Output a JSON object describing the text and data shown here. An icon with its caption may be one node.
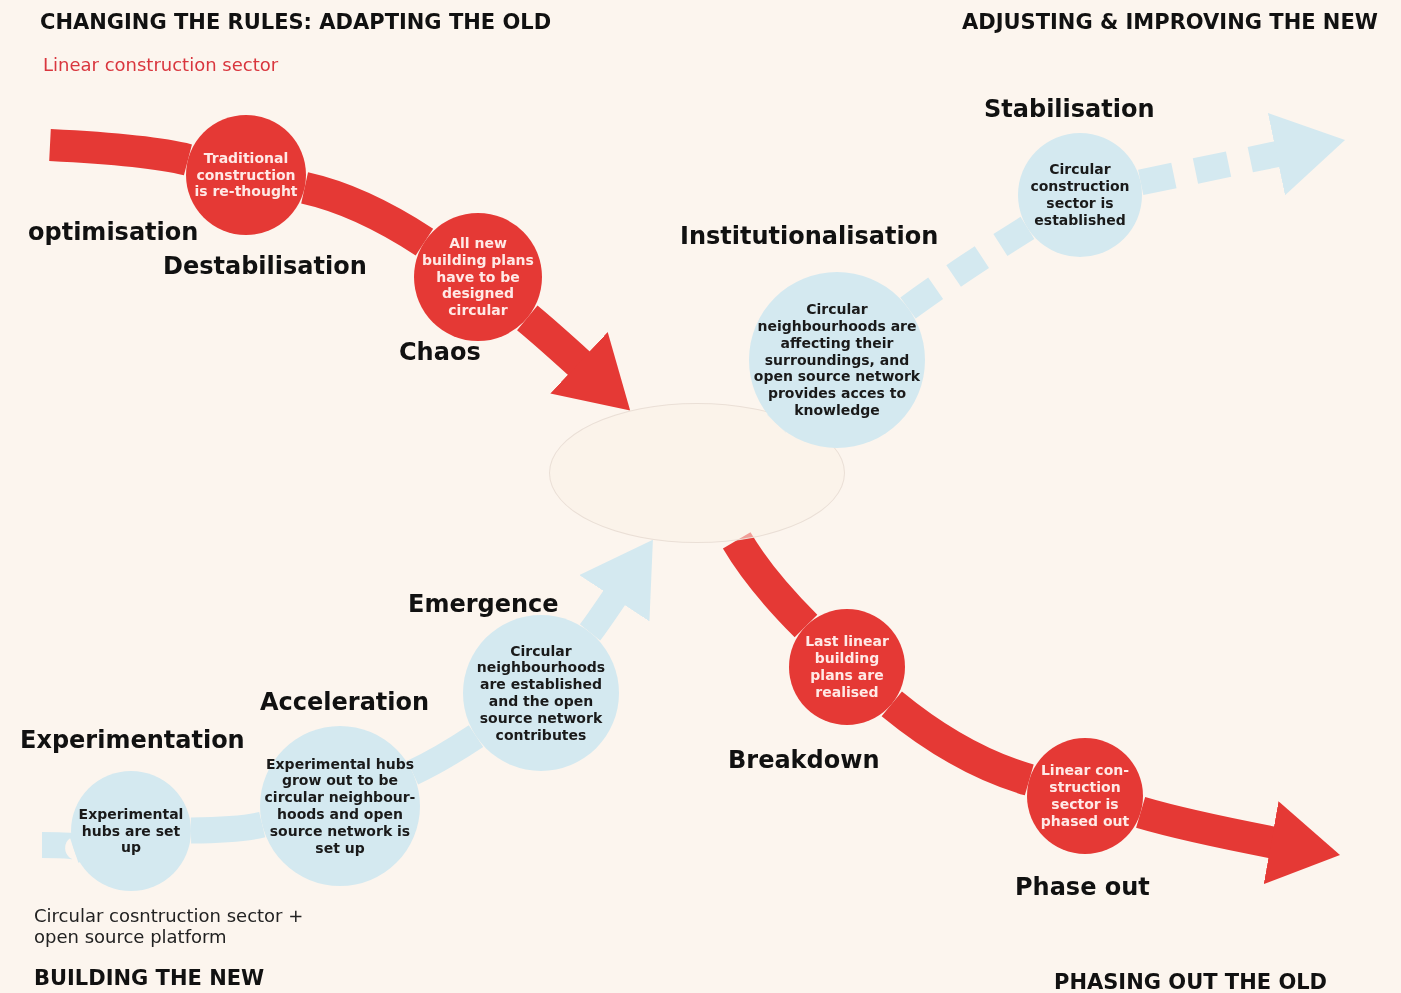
{
  "diagram": {
    "nodes": [
      {
        "text": [
          "Traditional construction is re-thought"
        ]
      },
      {
        "text": [
          "All new building plans have to be designed circular"
        ],
        "beside": [
          "Chaos"
        ]
      },
      {
        "text": [],
        "shape": "ellipse"
      },
      {
        "text": [
          "Last linear building plans are realised"
        ],
        "beside": [
          "Breakdown"
        ]
      },
      {
        "text": [
          "Linear con- struction sector is phased out"
        ],
        "beside": [
          "Phase out"
        ]
      },
      {
        "text": [
          "Experimental hubs are set up"
        ],
        "beside": [
          "Experimentation"
        ]
      },
      {
        "text": [
          "Experimental hubs grow out to be circular neighbour- hoods and open source network is set up"
        ],
        "beside": [
          "Acceleration"
        ]
      },
      {
        "text": [
          "Circular neighbourhoods are established and the open source network contributes"
        ],
        "beside": [
          "Emergence"
        ]
      },
      {
        "text": [
          "Circular neighbourhoods are affecting their surroundings, and open source network provides acces to knowledge"
        ],
        "beside": [
          "Institutionalisation"
        ]
      },
      {
        "text": [
          "Circular construction sector is established"
        ],
        "beside": [
          "Stabilisation"
        ]
      }
    ],
    "edges": [
      {
        "from": null,
        "to": 0,
        "arrow": "none",
        "color": "#e53935"
      },
      {
        "from": 0,
        "to": 1,
        "arrow": "none",
        "color": "#e53935"
      },
      {
        "from": 1,
        "to": 2,
        "arrow": "to",
        "color": "#e53935"
      },
      {
        "from": 2,
        "to": 3,
        "arrow": "none",
        "color": "#e53935"
      },
      {
        "from": 3,
        "to": 4,
        "arrow": "none",
        "color": "#e53935"
      },
      {
        "from": 4,
        "to": null,
        "arrow": "to",
        "color": "#e53935"
      },
      {
        "from": null,
        "to": 5,
        "arrow": "none"
      },
      {
        "from": 5,
        "to": 6,
        "arrow": "none"
      },
      {
        "from": 6,
        "to": 7,
        "arrow": "none"
      },
      {
        "from": 7,
        "to": 2,
        "arrow": "to"
      },
      {
        "from": 2,
        "to": 8,
        "arrow": "none"
      },
      {
        "from": 8,
        "to": 9,
        "arrow": "none",
        "style": "dashed"
      },
      {
        "from": 9,
        "to": null,
        "arrow": "to",
        "style": "dashed"
      }
    ],
    "labels": [
      "CHANGING THE RULES: ADAPTING THE OLD",
      "ADJUSTING & IMPROVING THE NEW",
      "Linear construction sector",
      "optimisation",
      "Destabilisation",
      "Circular cosntruction sector + open source platform",
      "BUILDING THE NEW",
      "PHASING OUT THE OLD"
    ]
  }
}
